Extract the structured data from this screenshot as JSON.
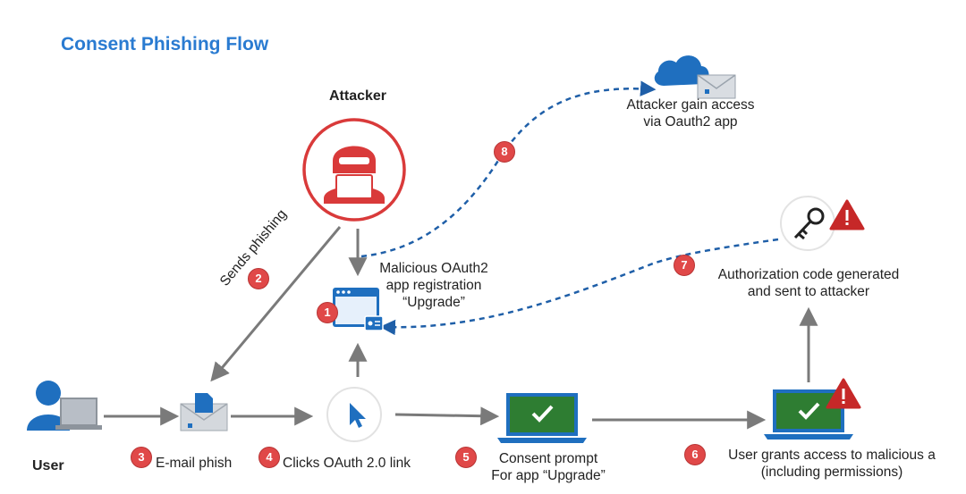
{
  "title": "Consent Phishing Flow",
  "nodes": {
    "attacker_label": "Attacker",
    "user_label": "User",
    "access_label_line1": "Attacker gain access",
    "access_label_line2": "via Oauth2 app",
    "malicious_app_line1": "Malicious OAuth2",
    "malicious_app_line2": "app registration",
    "malicious_app_line3": "“Upgrade”",
    "auth_code_line1": "Authorization code generated",
    "auth_code_line2": "and sent to attacker",
    "sends_phishing": "Sends phishing"
  },
  "steps": [
    {
      "num": "1"
    },
    {
      "num": "2"
    },
    {
      "num": "3",
      "label": "E-mail phish"
    },
    {
      "num": "4",
      "label": "Clicks OAuth 2.0 link"
    },
    {
      "num": "5",
      "label_line1": "Consent prompt",
      "label_line2": "For app “Upgrade”"
    },
    {
      "num": "6",
      "label_line1": "User grants access to malicious a",
      "label_line2": "(including permissions)"
    },
    {
      "num": "7"
    },
    {
      "num": "8"
    }
  ],
  "colors": {
    "title": "#2a7bd1",
    "badge": "#e04848",
    "attacker": "#d93a3a",
    "arrow_gray": "#7a7a7a",
    "arrow_dashed_blue": "#1f5fa8",
    "screen_green": "#2e7d32",
    "laptop_blue": "#1f6fbf",
    "warning_red": "#c62828"
  },
  "icons": [
    "attacker-icon",
    "user-laptop-icon",
    "email-icon",
    "cursor-icon",
    "app-window-icon",
    "consent-laptop-icon",
    "grant-laptop-icon",
    "key-icon",
    "warning-icon",
    "cloud-mail-icon"
  ]
}
